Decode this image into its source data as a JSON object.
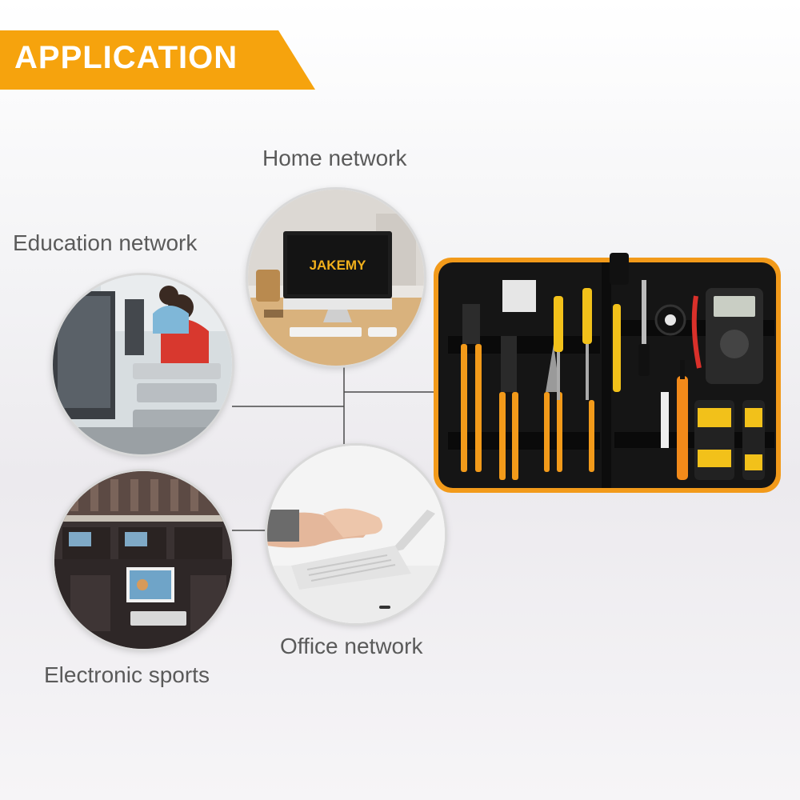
{
  "banner": {
    "title": "APPLICATION",
    "color": "#f6a30d"
  },
  "scenes": {
    "home": {
      "label": "Home network",
      "monitor_brand": "JAKEMY"
    },
    "education": {
      "label": "Education network"
    },
    "office": {
      "label": "Office network"
    },
    "esports": {
      "label": "Electronic sports"
    }
  },
  "product": {
    "accent": "#f29a1a",
    "icon": "tool-kit-bag-icon"
  }
}
